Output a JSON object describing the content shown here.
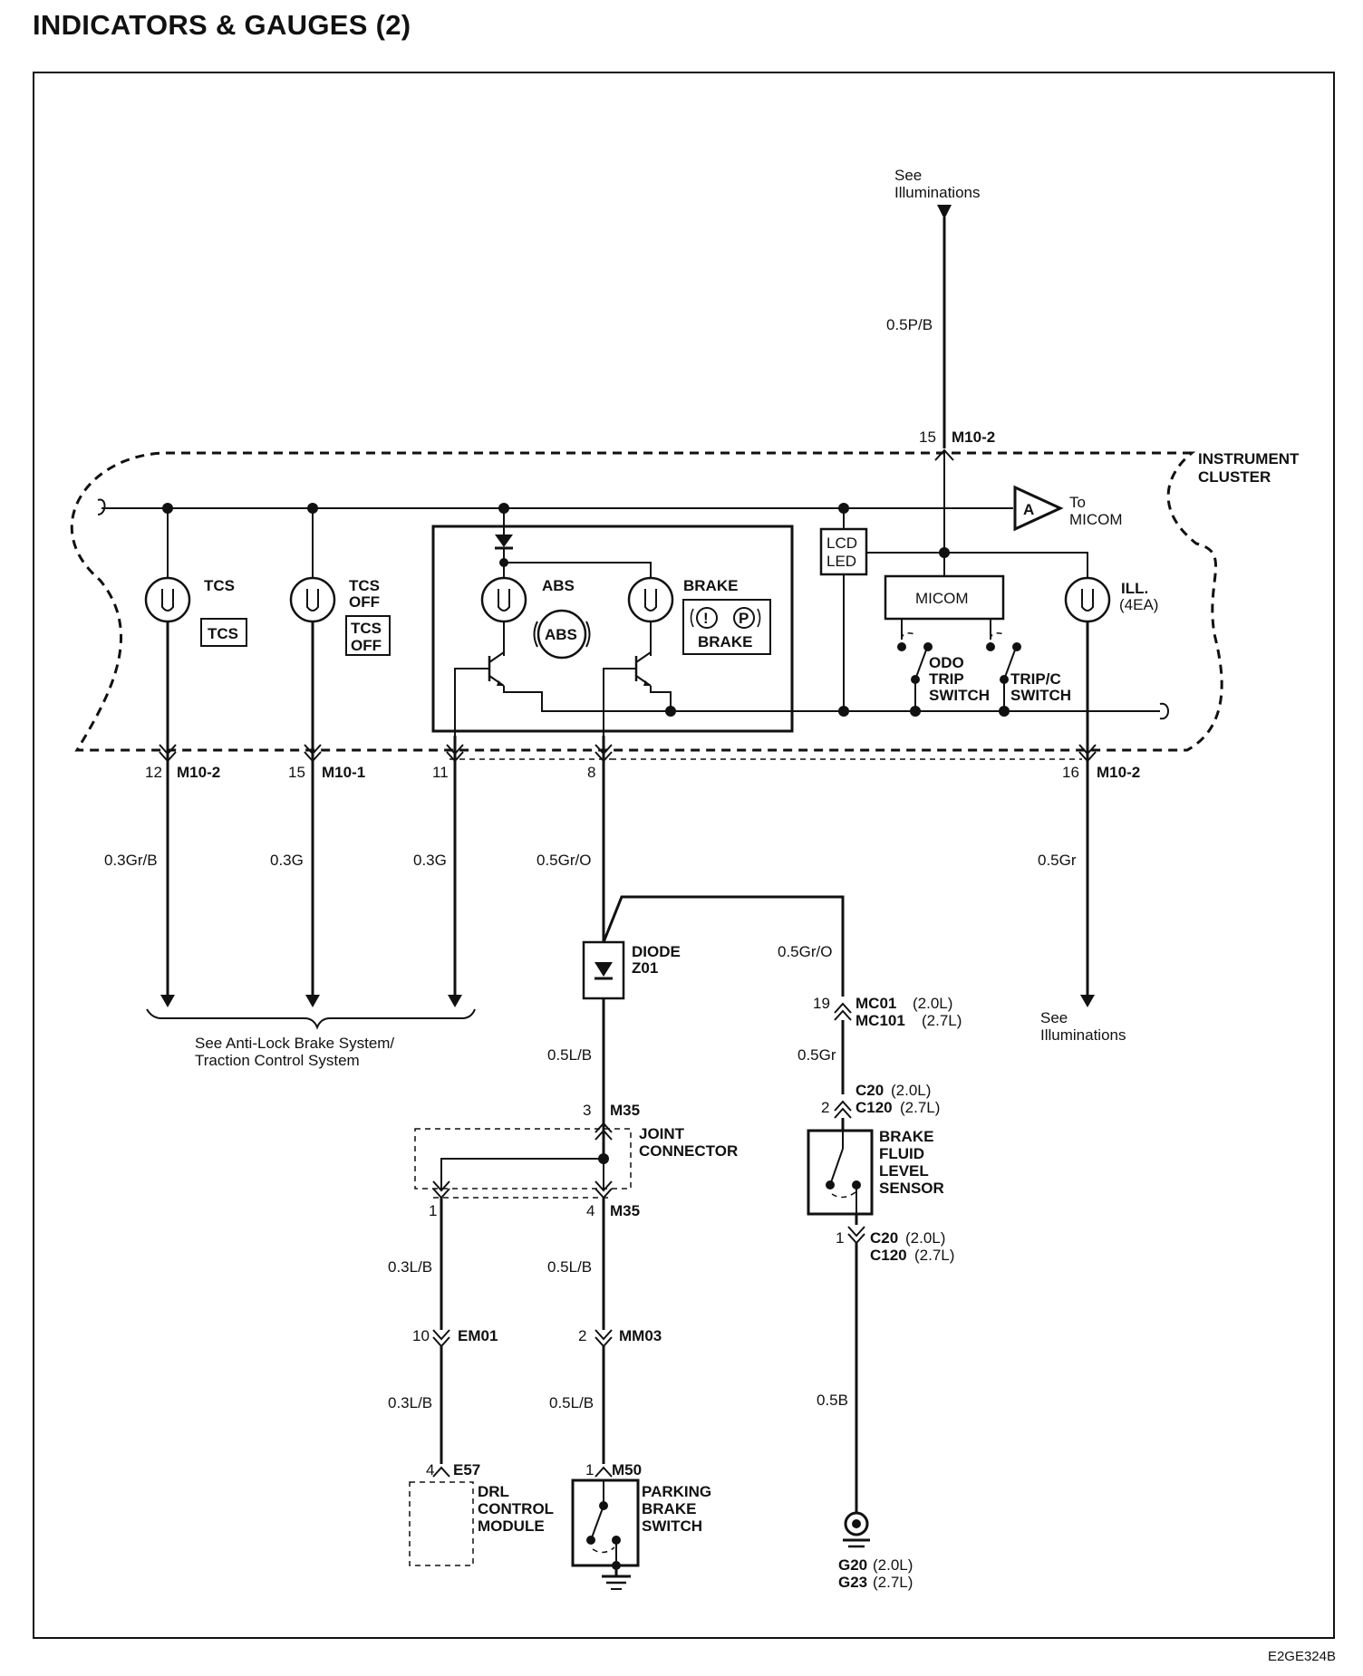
{
  "title": "INDICATORS & GAUGES (2)",
  "code": "E2GE324B",
  "top_ref": [
    "See",
    "Illuminations"
  ],
  "top_wire": "0.5P/B",
  "top_conn": {
    "pin": "15",
    "name": "M10-2"
  },
  "cluster_label": [
    "INSTRUMENT",
    "CLUSTER"
  ],
  "to_micom": {
    "letter": "A",
    "lines": [
      "To",
      "MICOM"
    ]
  },
  "lcd_led": [
    "LCD",
    "LED"
  ],
  "micom": "MICOM",
  "ill": {
    "name": "ILL.",
    "qty": "(4EA)"
  },
  "tcs": {
    "name": "TCS",
    "symbol": "TCS"
  },
  "tcs_off": {
    "name": [
      "TCS",
      "OFF"
    ],
    "symbol": [
      "TCS",
      "OFF"
    ]
  },
  "abs": {
    "name": "ABS",
    "symbol": "ABS"
  },
  "brake": {
    "name": "BRAKE",
    "sym1": "!",
    "sym2": "P",
    "word": "BRAKE"
  },
  "odo_switch": [
    "ODO",
    "TRIP",
    "SWITCH"
  ],
  "tripc_switch": [
    "TRIP/C",
    "SWITCH"
  ],
  "bottom_conns": [
    {
      "pin": "12",
      "name": "M10-2"
    },
    {
      "pin": "15",
      "name": "M10-1"
    },
    {
      "pin": "11",
      "name": ""
    },
    {
      "pin": "8",
      "name": ""
    },
    {
      "pin": "16",
      "name": "M10-2"
    }
  ],
  "wires": {
    "w1": "0.3Gr/B",
    "w2": "0.3G",
    "w3": "0.3G",
    "w4": "0.5Gr/O",
    "w5": "0.5Gr",
    "w6": "0.5Gr/O",
    "w7": "0.5L/B",
    "w8": "0.5Gr",
    "w9": "0.3L/B",
    "w10": "0.5L/B",
    "w11": "0.3L/B",
    "w12": "0.5L/B",
    "w13": "0.5B"
  },
  "abs_ref": [
    "See Anti-Lock Brake System/",
    "Traction Control System"
  ],
  "ill_ref": [
    "See",
    "Illuminations"
  ],
  "diode": [
    "DIODE",
    "Z01"
  ],
  "mc01": {
    "pin": "19",
    "l1": "MC01",
    "l1s": "(2.0L)",
    "l2": "MC101",
    "l2s": "(2.7L)"
  },
  "c20a": {
    "pin": "2",
    "l1": "C20",
    "l1s": "(2.0L)",
    "l2": "C120",
    "l2s": "(2.7L)"
  },
  "brake_fluid": [
    "BRAKE",
    "FLUID",
    "LEVEL",
    "SENSOR"
  ],
  "c20b": {
    "pin": "1",
    "l1": "C20",
    "l1s": "(2.0L)",
    "l2": "C120",
    "l2s": "(2.7L)"
  },
  "ground": {
    "l1": "G20",
    "l1s": "(2.0L)",
    "l2": "G23",
    "l2s": "(2.7L)"
  },
  "m35_top": {
    "pin": "3",
    "name": "M35"
  },
  "joint": [
    "JOINT",
    "CONNECTOR"
  ],
  "m35_left": {
    "pin": "1"
  },
  "m35_right": {
    "pin": "4",
    "name": "M35"
  },
  "em01": {
    "pin": "10",
    "name": "EM01"
  },
  "mm03": {
    "pin": "2",
    "name": "MM03"
  },
  "e57": {
    "pin": "4",
    "name": "E57"
  },
  "m50": {
    "pin": "1",
    "name": "M50"
  },
  "drl": [
    "DRL",
    "CONTROL",
    "MODULE"
  ],
  "parking": [
    "PARKING",
    "BRAKE",
    "SWITCH"
  ]
}
